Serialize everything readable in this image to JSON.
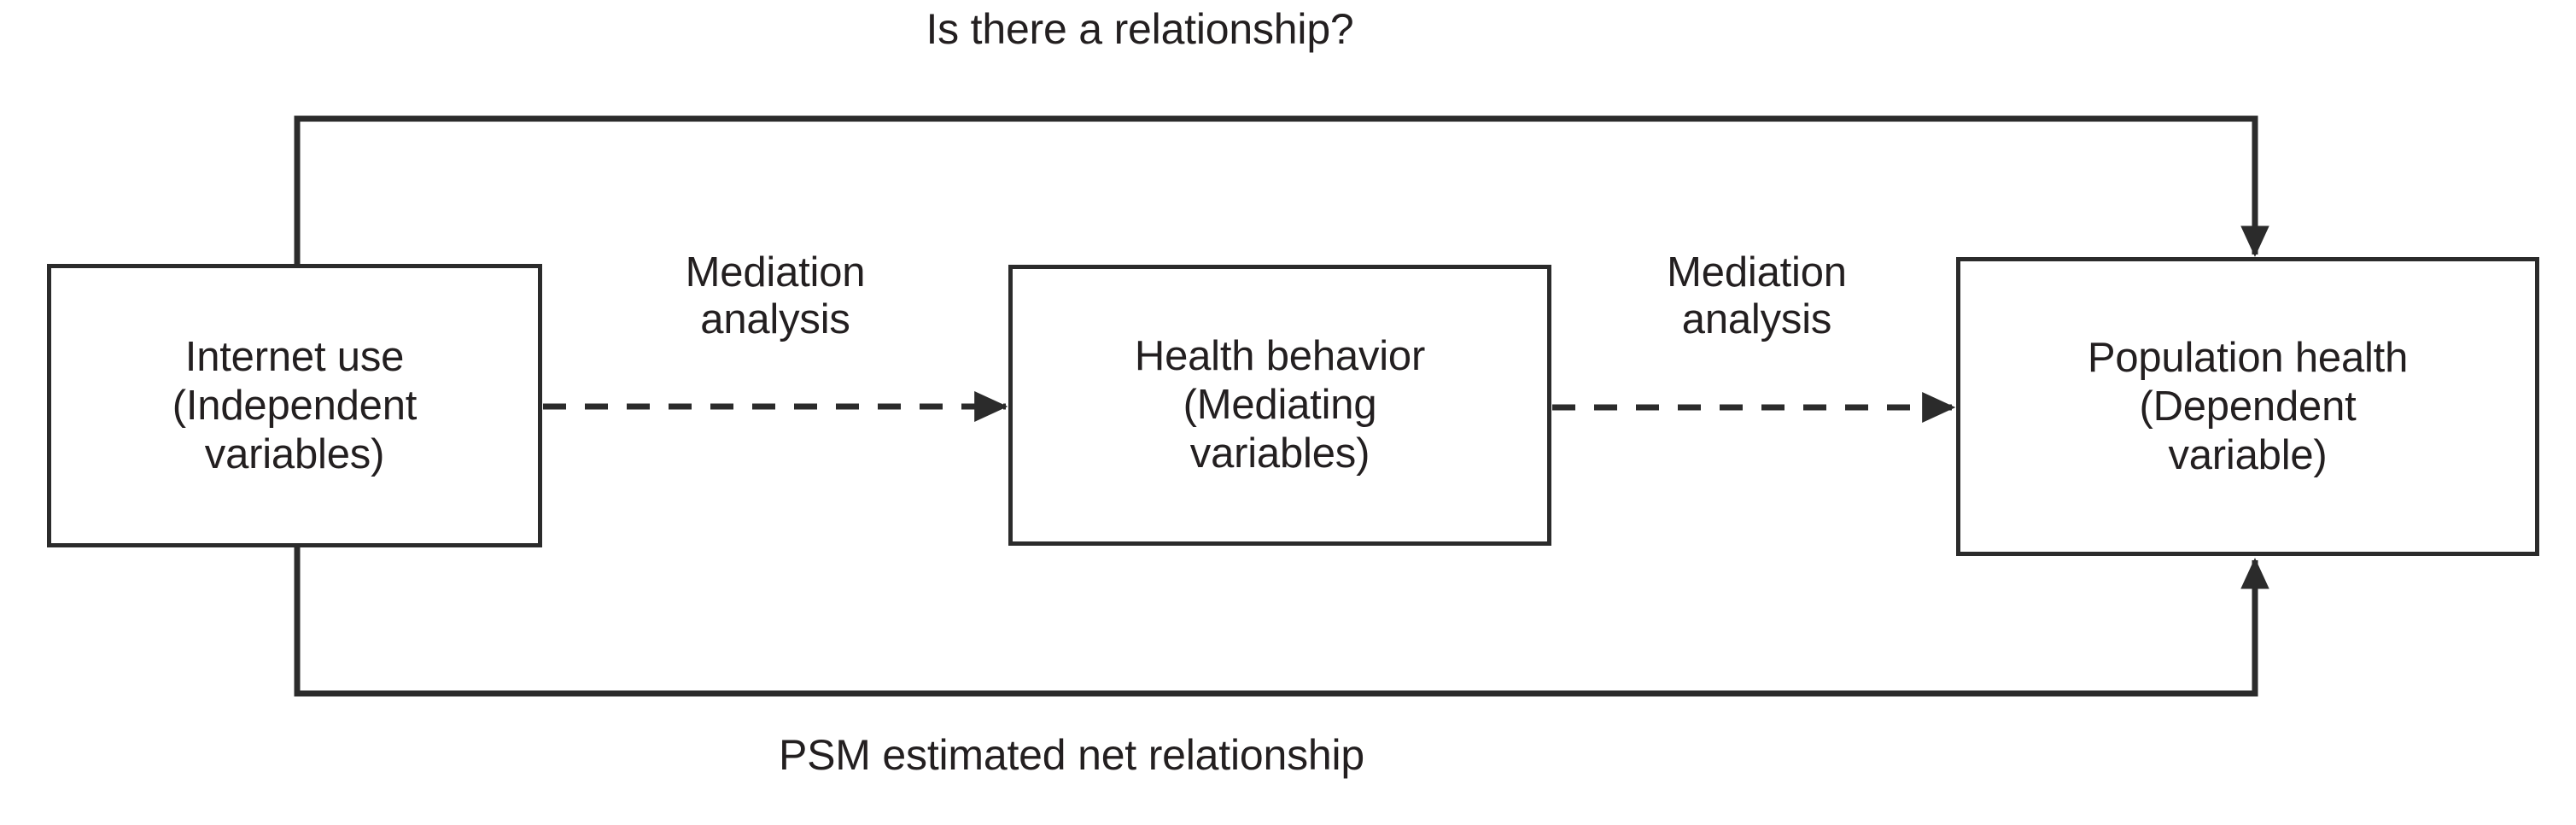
{
  "figure": {
    "type": "flow-diagram",
    "background_color": "#ffffff",
    "line_color": "#2b2b2b",
    "text_color": "#231f20"
  },
  "top_label": "Is there a relationship?",
  "bottom_label": "PSM estimated net relationship",
  "nodes": [
    {
      "id": "independent",
      "title": "Internet use",
      "subtitle": "(Independent",
      "subtitle2": "variables)",
      "full_text": "Internet use (Independent variables)",
      "role": "Independent variables"
    },
    {
      "id": "mediating",
      "title": "Health behavior",
      "subtitle": "(Mediating",
      "subtitle2": "variables)",
      "full_text": "Health behavior (Mediating variables)",
      "role": "Mediating variables"
    },
    {
      "id": "dependent",
      "title": "Population health",
      "subtitle": "(Dependent",
      "subtitle2": "variable)",
      "full_text": "Population health (Dependent variable)",
      "role": "Dependent variable"
    }
  ],
  "edges": [
    {
      "id": "edge-independent-to-mediating",
      "from": "independent",
      "to": "mediating",
      "label_line1": "Mediation",
      "label_line2": "analysis",
      "style": "dashed",
      "arrow": "end"
    },
    {
      "id": "edge-mediating-to-dependent",
      "from": "mediating",
      "to": "dependent",
      "label_line1": "Mediation",
      "label_line2": "analysis",
      "style": "dashed",
      "arrow": "end"
    },
    {
      "id": "edge-top-loop",
      "from": "independent",
      "to": "dependent",
      "label": "Is there a relationship?",
      "style": "solid",
      "arrow": "end",
      "routing": "over-the-top"
    },
    {
      "id": "edge-bottom-loop",
      "from": "independent",
      "to": "dependent",
      "label": "PSM estimated net relationship",
      "style": "solid",
      "arrow": "end",
      "routing": "under-the-bottom"
    }
  ]
}
